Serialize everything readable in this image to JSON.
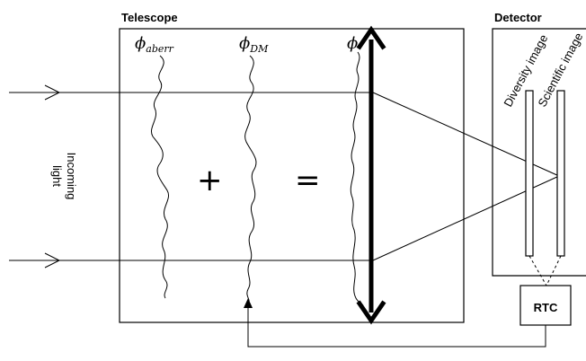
{
  "telescope": {
    "label": "Telescope"
  },
  "detector": {
    "label": "Detector",
    "diversity_label": "Diversity image",
    "scientific_label": "Scientific image"
  },
  "incoming": {
    "line1": "Incoming",
    "line2": "light"
  },
  "phases": {
    "aberr_symbol": "ϕ",
    "aberr_sub": "aberr",
    "dm_symbol": "ϕ",
    "dm_sub": "DM",
    "total_symbol": "ϕ"
  },
  "operators": {
    "plus": "+",
    "equals": "="
  },
  "rtc": {
    "label": "RTC"
  }
}
